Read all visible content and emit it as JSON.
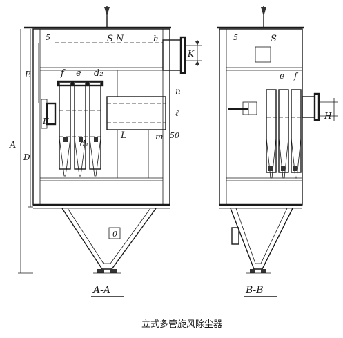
{
  "figure": {
    "caption": "立式多管旋风除尘器"
  },
  "view_a": {
    "section_label": "A-A",
    "labels": {
      "S": "S",
      "N": "N",
      "h": "h",
      "K": "K",
      "E": "E",
      "f": "f",
      "e": "e",
      "d2": "d₂",
      "d1": "d₁",
      "F": "F",
      "A": "A",
      "D": "D",
      "n": "n",
      "l": "ℓ",
      "L": "L",
      "m": "m",
      "dim50": "50",
      "dim5": "5",
      "box": "0"
    }
  },
  "view_b": {
    "section_label": "B-B",
    "labels": {
      "S": "S",
      "e": "e",
      "f": "f",
      "H": "H",
      "dim5": "5"
    }
  }
}
